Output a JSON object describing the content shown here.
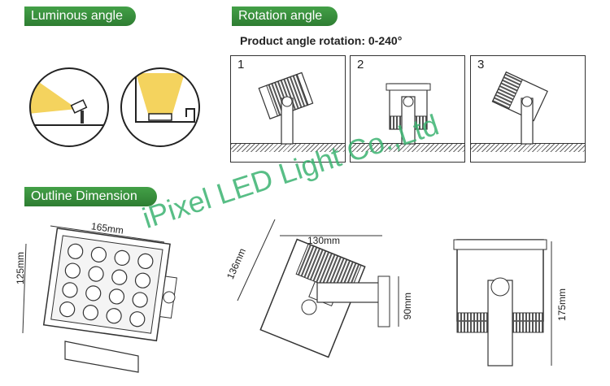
{
  "sections": {
    "luminous_angle": "Luminous angle",
    "rotation_angle": "Rotation angle",
    "outline_dimension": "Outline Dimension"
  },
  "rotation": {
    "subtitle": "Product angle rotation: 0-240°",
    "panels": [
      "1",
      "2",
      "3"
    ]
  },
  "dimensions": {
    "width_front": "165mm",
    "height_front": "125mm",
    "depth_side": "130mm",
    "height_side": "136mm",
    "bracket_height": "90mm",
    "total_height": "175mm"
  },
  "watermark": "iPixel LED Light Co.,Ltd",
  "colors": {
    "accent_green": "#2e7d32",
    "watermark_green": "#3cb371",
    "light_beam": "#f4d35e"
  }
}
